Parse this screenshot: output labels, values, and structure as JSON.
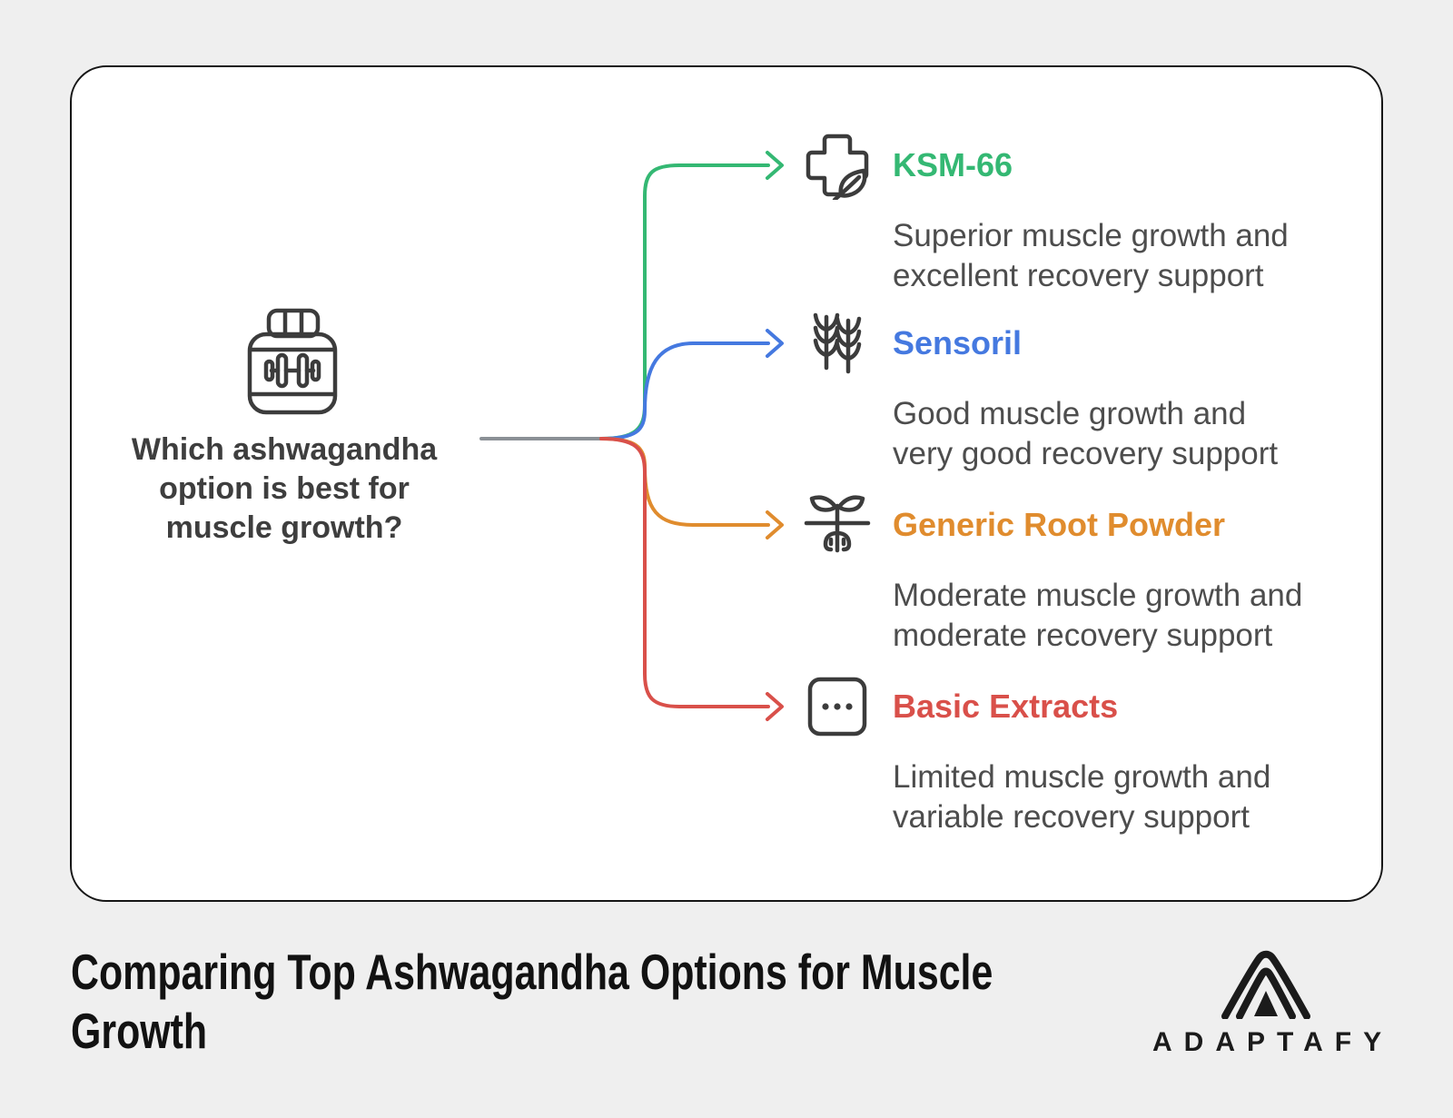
{
  "colors": {
    "gray": "#8b9096",
    "green": "#34b873",
    "blue": "#4579e0",
    "orange": "#e08c2e",
    "red": "#d9504a",
    "icon_stroke": "#3c3c3c",
    "description_text": "#4d4d4d",
    "question_text": "#3e3e3e",
    "background": "#efefef",
    "card_background": "#ffffff"
  },
  "question": {
    "icon": "supplement-bottle-dumbbell-icon",
    "lines": [
      "Which ashwagandha",
      "option is best for",
      "muscle growth?"
    ]
  },
  "branches": [
    {
      "label": "KSM-66",
      "color": "#34b873",
      "icon": "medical-cross-leaf-icon",
      "desc_lines": [
        "Superior muscle growth and",
        "excellent recovery support"
      ]
    },
    {
      "label": "Sensoril",
      "color": "#4579e0",
      "icon": "wheat-stalks-icon",
      "desc_lines": [
        "Good muscle growth and",
        "very good recovery support"
      ]
    },
    {
      "label": "Generic Root Powder",
      "color": "#e08c2e",
      "icon": "sprout-roots-icon",
      "desc_lines": [
        "Moderate muscle growth and",
        "moderate recovery support"
      ]
    },
    {
      "label": "Basic Extracts",
      "color": "#d9504a",
      "icon": "ellipsis-box-icon",
      "desc_lines": [
        "Limited muscle growth and",
        "variable recovery support"
      ]
    }
  ],
  "footer": {
    "title_lines": [
      "Comparing Top Ashwagandha Options for Muscle",
      "Growth"
    ],
    "brand": "ADAPTAFY",
    "logo": "adaptafy-mountain-logo"
  }
}
